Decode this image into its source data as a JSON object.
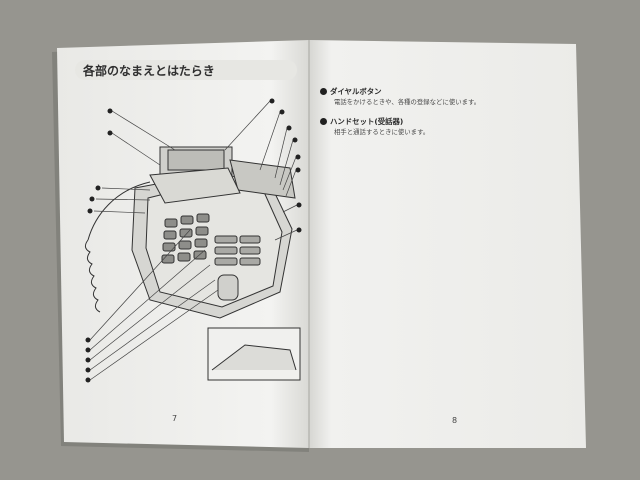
{
  "left_page": {
    "title": "各部のなまえとはたらき",
    "page_number": "7"
  },
  "right_page": {
    "page_number": "8",
    "items": [
      {
        "title": "ダイヤルボタン",
        "desc": "電話をかけるときや、各種の登録などに使います。"
      },
      {
        "title": "ハンドセット(受話器)",
        "desc": "相手と通話するときに使います。"
      }
    ]
  }
}
